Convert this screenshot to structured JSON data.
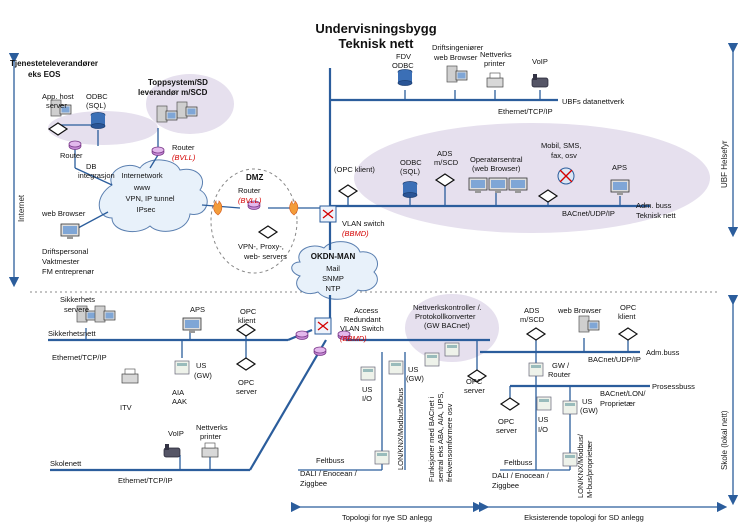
{
  "title": {
    "line1": "Undervisningsbygg",
    "line2": "Teknisk nett"
  },
  "side_labels": {
    "internet": "Internet",
    "ubf_helsefyr": "UBF Helsefyr",
    "skole": "Skole (lokal nett)"
  },
  "tjeneste": {
    "l1": "Tjenesteteleverandører",
    "l2": "eks EOS"
  },
  "toppsystem": {
    "l1": "Toppsystem/SD",
    "l2": "leverandør m/SCD"
  },
  "app_host": {
    "l1": "App. host",
    "l2": "server"
  },
  "odbc_sql_top": {
    "l1": "ODBC",
    "l2": "(SQL)"
  },
  "router_left": "Router",
  "db_integrasjon": {
    "l1": "DB",
    "l2": "integrasjon"
  },
  "router_bvll_top": {
    "l1": "Router",
    "l2": "(BVLL)"
  },
  "internetwork": {
    "l1": "Internetwork",
    "l2": "www",
    "l3": "VPN, IP tunnel",
    "l4": "IPsec"
  },
  "web_browser_left": "web Browser",
  "driftspersonal": {
    "l1": "Driftspersonal",
    "l2": "Vaktmester",
    "l3": "FM entreprenør"
  },
  "dmz": {
    "label": "DMZ",
    "router": "Router",
    "bvll": "(BVLL)",
    "l1": "VPN-, Proxy-,",
    "l2": "web- servers"
  },
  "fdv": {
    "l1": "FDV",
    "l2": "ODBC"
  },
  "driftsingenior": {
    "l1": "Driftsingeniører",
    "l2": "web Browser"
  },
  "nettverksprinter_top": {
    "l1": "Nettverks",
    "l2": "printer"
  },
  "voip_top": "VoIP",
  "ubf_datanett": "UBFs datanettverk",
  "ethernet_top": "Ethernet/TCP/IP",
  "mobil": {
    "l1": "Mobil, SMS,",
    "l2": "fax, osv"
  },
  "opc_klient_top": "(OPC klient)",
  "odbc_sql_mid": {
    "l1": "ODBC",
    "l2": "(SQL)"
  },
  "ads_mscd_top": {
    "l1": "ADS",
    "l2": "m/SCD"
  },
  "operatorsentral": {
    "l1": "Operatørsentral",
    "l2": "(web Browser)"
  },
  "aps_top": "APS",
  "vlan_switch": {
    "l1": "VLAN switch",
    "l2": "(BBMD)"
  },
  "bacnet_udp_top": "BACnet/UDP/IP",
  "adm_buss_top": {
    "l1": "Adm. buss",
    "l2": "Teknisk nett"
  },
  "okdn": {
    "l1": "OKDN-MAN",
    "l2": "Mail",
    "l3": "SNMP",
    "l4": "NTP"
  },
  "sikkerhets_servere": {
    "l1": "Sikkerhets",
    "l2": "servere"
  },
  "aps_left": "APS",
  "opc_klient_left": {
    "l1": "OPC",
    "l2": "klient"
  },
  "sikkerhetsnett": "Sikkerhetsnett",
  "ethernet_left": "Ethernet/TCP/IP",
  "us_gw_left": {
    "l1": "US",
    "l2": "(GW)"
  },
  "aia_aak": {
    "l1": "AIA",
    "l2": "AAK"
  },
  "itv": "ITV",
  "opc_server_left": {
    "l1": "OPC",
    "l2": "server"
  },
  "access_switch": {
    "l1": "Access",
    "l2": "Redundant",
    "l3": "VLAN Switch",
    "l4": "(BBMD)"
  },
  "nettverkskontroller": {
    "l1": "Nettverkskontroller /.",
    "l2": "Protokollkonverter",
    "l3": "(GW BACnet)"
  },
  "us_io": {
    "l1": "US",
    "l2": "I/O"
  },
  "us_gw_mid": {
    "l1": "US",
    "l2": "(GW)"
  },
  "opc_server_mid": {
    "l1": "OPC",
    "l2": "server"
  },
  "voip_bottom": "VoIP",
  "nettverksprinter_bottom": {
    "l1": "Nettverks",
    "l2": "printer"
  },
  "skolenett": "Skolenett",
  "ethernet_bottom": "Ethernet/TCP/IP",
  "feltbuss_left": "Feltbuss",
  "dali_left": {
    "l1": "DALI / Enocean /",
    "l2": "Ziggbee"
  },
  "lon_knx_left": "LON/KNX/Modbus/Mbus",
  "funksjoner": {
    "l1": "Funksjoner med BACnet i",
    "l2": "sentral eks ABA, AIA, UPS,",
    "l3": "frekvensomformere osv"
  },
  "ads_mscd_right": {
    "l1": "ADS",
    "l2": "m/SCD"
  },
  "web_browser_right": "web Browser",
  "opc_klient_right": {
    "l1": "OPC",
    "l2": "klient"
  },
  "bacnet_udp_right": "BACnet/UDP/IP",
  "adm_buss_right": "Adm.buss",
  "gw_router": {
    "l1": "GW /",
    "l2": "Router"
  },
  "prosessbuss": "Prosessbuss",
  "opc_server_right": {
    "l1": "OPC",
    "l2": "server"
  },
  "us_io_right": {
    "l1": "US",
    "l2": "I/O"
  },
  "us_gw_right": {
    "l1": "US",
    "l2": "(GW)"
  },
  "bacnet_lon": {
    "l1": "BACnet/LON/",
    "l2": "Proprietær"
  },
  "feltbuss_right": "Feltbuss",
  "dali_right": {
    "l1": "DALI / Enocean /",
    "l2": "Ziggbee"
  },
  "lon_knx_right": {
    "l1": "LON/KNX/Modbus/",
    "l2": "M-bus/proprietær"
  },
  "topologi_nye": "Topologi for nye SD anlegg",
  "topologi_eks": "Eksisterende topologi for SD anlegg",
  "colors": {
    "bus": "#2b5d9c",
    "accent_red": "#d40000",
    "ellipse": "#e6e0ee"
  }
}
